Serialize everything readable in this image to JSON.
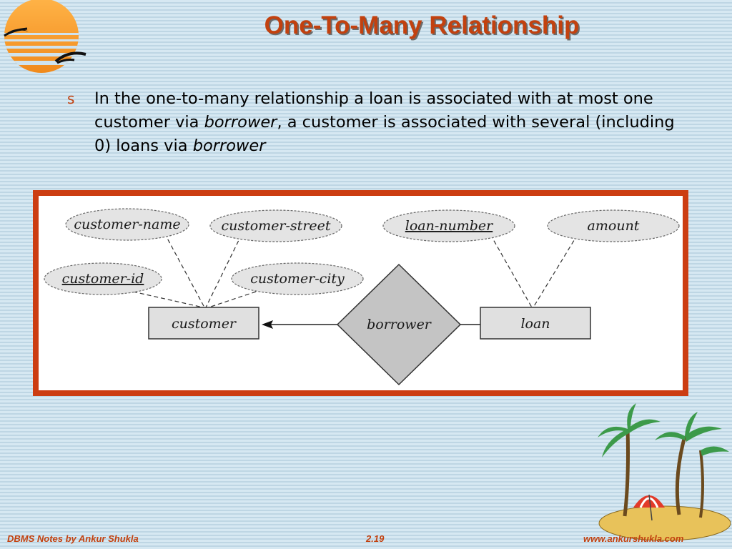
{
  "slide": {
    "title": "One-To-Many Relationship",
    "bullet_marker": "s",
    "bullet": {
      "part1": "In the one-to-many relationship a loan is associated with at most one customer via ",
      "em1": "borrower",
      "part2": ", a customer is associated with several (including 0) loans via ",
      "em2": "borrower"
    }
  },
  "diagram": {
    "attributes": {
      "customer_name": "customer-name",
      "customer_street": "customer-street",
      "customer_id": "customer-id",
      "customer_city": "customer-city",
      "loan_number": "loan-number",
      "amount": "amount"
    },
    "entities": {
      "customer": "customer",
      "loan": "loan"
    },
    "relationship": "borrower"
  },
  "footer": {
    "left": "DBMS Notes by Ankur Shukla",
    "center": "2.19",
    "right": "www.ankurshukla.com"
  },
  "colors": {
    "accent": "#c2410f",
    "frame": "#cc3d12",
    "attribute_fill": "#e4e4e4",
    "entity_fill": "#e0e0e0",
    "relationship_fill": "#c4c4c4"
  }
}
